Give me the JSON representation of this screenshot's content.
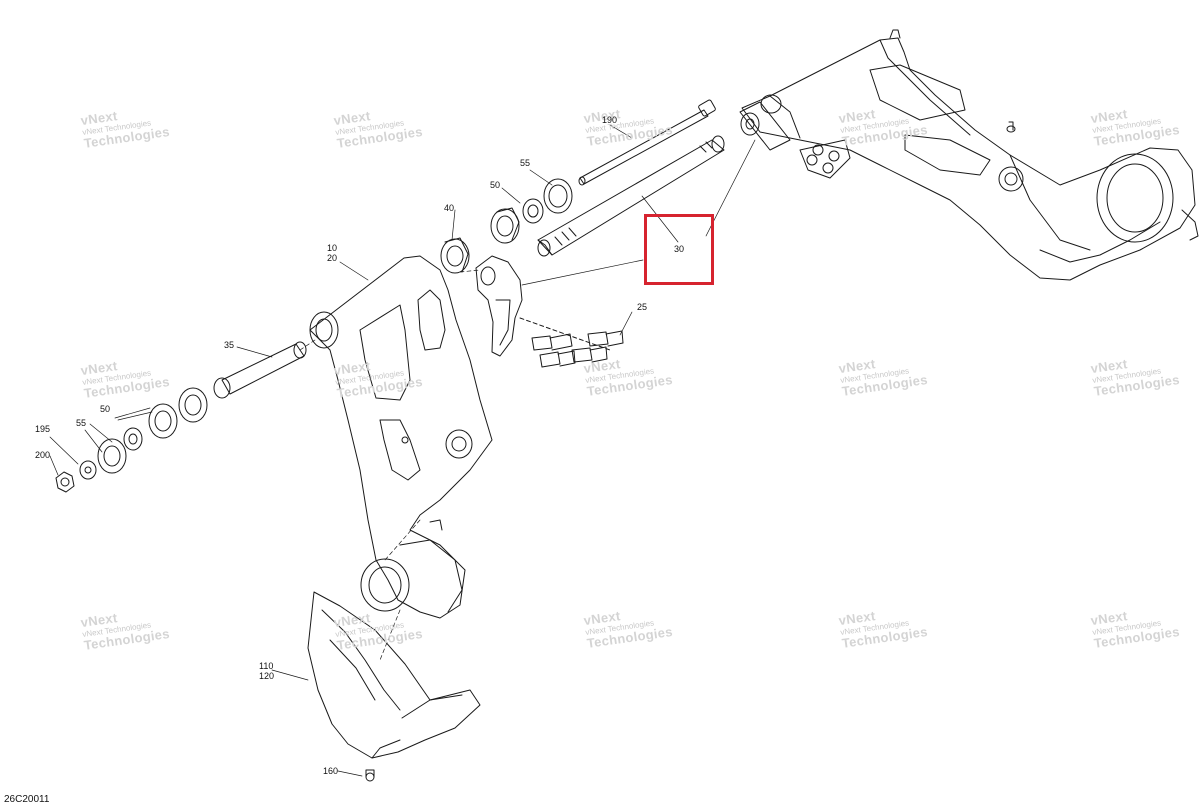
{
  "figure_id": "26C20011",
  "watermark": {
    "line1": "vNext Technologies",
    "line2": "vNext",
    "line3": "Technologies"
  },
  "callouts": {
    "c10_20": [
      "10",
      "20"
    ],
    "c25": "25",
    "c30": "30",
    "c35": "35",
    "c40": "40",
    "c50_top": "50",
    "c55_top": "55",
    "c190": "190",
    "c195": "195",
    "c200": "200",
    "c55_left": "55",
    "c50_left": "50",
    "c110_120": [
      "110",
      "120"
    ],
    "c160": "160"
  },
  "highlight_color": "#d6232f",
  "line_color": "#1a1a1a"
}
